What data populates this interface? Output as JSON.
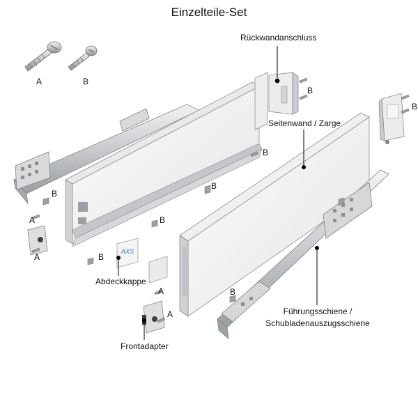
{
  "title": "Einzelteile-Set",
  "screw_keys": {
    "a": "A",
    "b": "B"
  },
  "callouts": {
    "rueckwand": "Rückwandanschluss",
    "seitenwand": "Seitenwand / Zarge",
    "abdeckkappe": "Abdeckkappe",
    "frontadapter": "Frontadapter",
    "fuehrung_line1": "Führungsschiene /",
    "fuehrung_line2": "Schubladenauszugsschiene"
  },
  "screw_markers": [
    "B",
    "B",
    "B",
    "B",
    "B",
    "A",
    "A",
    "B",
    "B",
    "A",
    "A",
    "B"
  ],
  "cover_logo": "AXS",
  "colors": {
    "metal_light": "#e6e7e9",
    "metal_mid": "#c9cbce",
    "metal_dark": "#8f9296",
    "panel_face": "#f3f3f4",
    "panel_edge": "#d6d7d9",
    "line": "#000000",
    "logo": "#3f78b8"
  }
}
